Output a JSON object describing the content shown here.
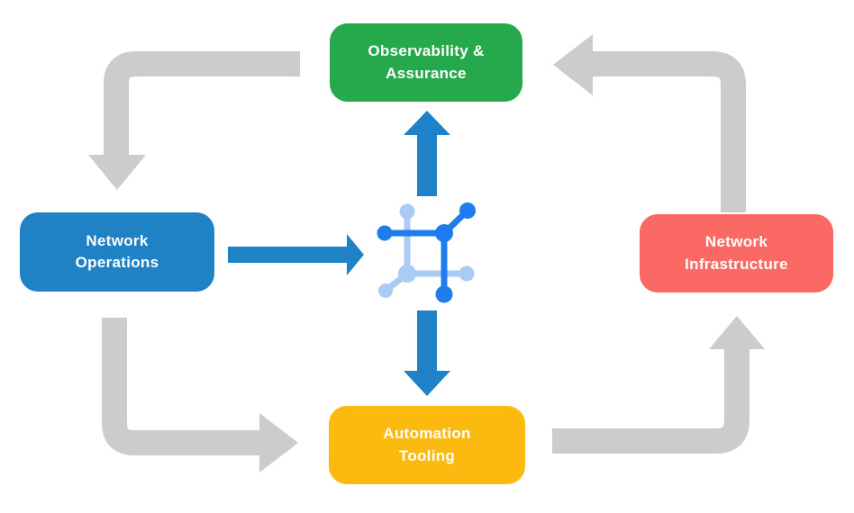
{
  "diagram": {
    "nodes": {
      "observability": {
        "label": "Observability &\nAssurance",
        "color": "#26a94c"
      },
      "operations": {
        "label": "Network\nOperations",
        "color": "#1f82c5"
      },
      "infrastructure": {
        "label": "Network\nInfrastructure",
        "color": "#fa6964"
      },
      "automation": {
        "label": "Automation\nTooling",
        "color": "#fcba10"
      }
    },
    "colors": {
      "background": "#ffffff",
      "cycle_arrow": "#cccccc",
      "center_arrow": "#1f82c8",
      "icon_dark": "#1e7cec",
      "icon_light": "#a9cbf4"
    },
    "edges": [
      {
        "from": "Observability & Assurance",
        "to": "Network Operations",
        "type": "cycle"
      },
      {
        "from": "Network Operations",
        "to": "Automation Tooling",
        "type": "cycle"
      },
      {
        "from": "Automation Tooling",
        "to": "Network Infrastructure",
        "type": "cycle"
      },
      {
        "from": "Network Infrastructure",
        "to": "Observability & Assurance",
        "type": "cycle"
      },
      {
        "from": "Network Operations",
        "to": "center-icon",
        "type": "center"
      },
      {
        "from": "center-icon",
        "to": "Observability & Assurance",
        "type": "center"
      },
      {
        "from": "center-icon",
        "to": "Automation Tooling",
        "type": "center"
      }
    ],
    "center_icon": "network-mesh-icon"
  }
}
